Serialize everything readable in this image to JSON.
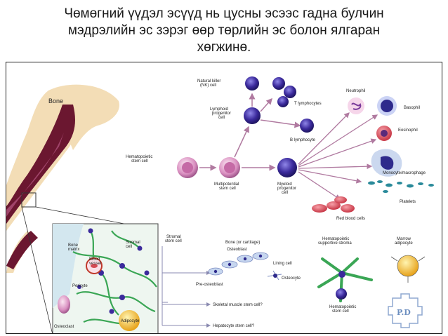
{
  "title": {
    "line1": "Чөмөгний үүдэл эсүүд нь цусны эсээс гадна булчин",
    "line2": "мэдрэлийн эс зэрэг өөр төрлийн эс болон ялгаран",
    "line3": "хөгжинө."
  },
  "diagram": {
    "bone": "Bone",
    "bone_matrix": [
      "Bone",
      "matrix"
    ],
    "blood_vessel": [
      "Blood",
      "vessel"
    ],
    "stromal_cell_inset": [
      "Stromal",
      "cell"
    ],
    "pericyte": "Pericyte",
    "osteoclast": "Osteoclast",
    "adipocyte": "Adipocyte",
    "hsc": [
      "Hematopoietic",
      "stem cell"
    ],
    "multipotent": [
      "Multipotential",
      "stem cell"
    ],
    "lymphoid": [
      "Lymphoid",
      "progenitor",
      "cell"
    ],
    "myeloid": [
      "Myeloid",
      "progenitor",
      "cell"
    ],
    "nk": [
      "Natural killer",
      "(NK) cell"
    ],
    "t_lymph": "T lymphocytes",
    "b_lymph": "B lymphocyte",
    "neutrophil": "Neutrophil",
    "basophil": "Basophil",
    "eosinophil": "Eosinophil",
    "monocyte": "Monocyte/macrophage",
    "platelets": "Platelets",
    "rbc": "Red blood cells",
    "stromal_stem": [
      "Stromal",
      "stem cell"
    ],
    "bone_cartilage": "Bone (or cartilage)",
    "osteoblast": "Osteoblast",
    "lining": "Lining cell",
    "osteocyte": "Osteocyte",
    "pre_osteoblast": "Pre-osteoblast",
    "supportive": [
      "Hematopoietic",
      "supportive stroma"
    ],
    "marrow_adipocyte": [
      "Marrow",
      "adipocyte"
    ],
    "hsc_small": [
      "Hematopoietic",
      "stem cell"
    ],
    "skeletal": "Skeletal muscle stem cell?",
    "hepatocyte": "Hepatocyte stem cell?",
    "stamp": "P.D"
  },
  "colors": {
    "bone": "#6b1730",
    "marrow": "#a0446a",
    "purple": "#3b2a9c",
    "red": "#d44b55",
    "arrow": "#b07aa0"
  }
}
